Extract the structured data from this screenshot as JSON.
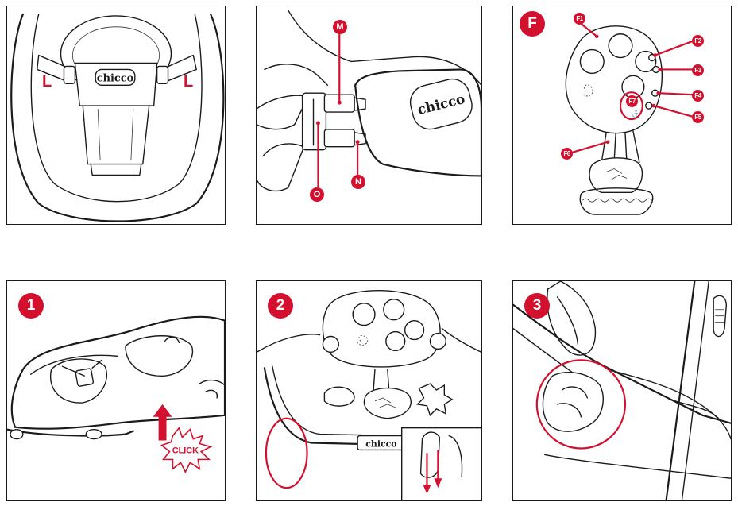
{
  "panels": [
    {
      "id": "panel-a",
      "labels": {
        "left_strap": "L",
        "right_strap": "L",
        "brand": "chicco"
      }
    },
    {
      "id": "panel-b",
      "labels": {
        "m": "M",
        "n": "N",
        "o": "O",
        "brand": "chicco"
      }
    },
    {
      "id": "panel-c",
      "badge": "F",
      "labels": {
        "f1": "F1",
        "f2": "F2",
        "f3": "F3",
        "f4": "F4",
        "f5": "F5",
        "f6": "F6",
        "f7": "F7"
      }
    },
    {
      "id": "panel-1",
      "badge": "1",
      "labels": {
        "click": "CLICK"
      }
    },
    {
      "id": "panel-2",
      "badge": "2",
      "labels": {
        "brand": "chicco"
      }
    },
    {
      "id": "panel-3",
      "badge": "3"
    }
  ],
  "colors": {
    "accent": "#d4102f",
    "line": "#1a1a1a",
    "background": "#ffffff"
  }
}
